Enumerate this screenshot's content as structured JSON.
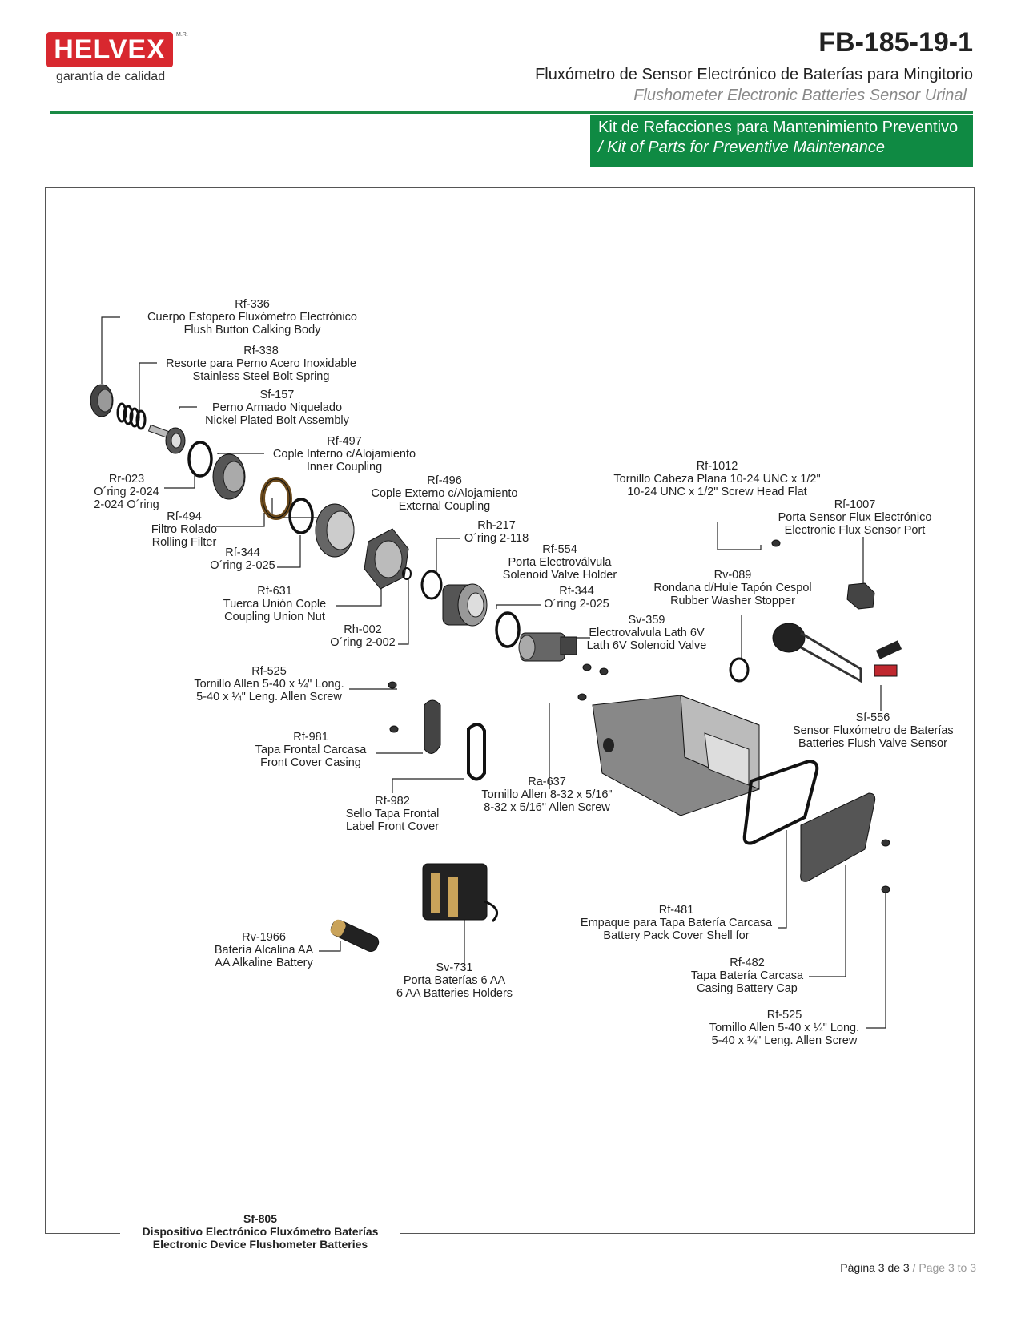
{
  "header": {
    "brand": "HELVEX",
    "brand_mark": "M.R.",
    "tagline": "garantía de calidad",
    "doc_code": "FB-185-19-1",
    "title_es": "Fluxómetro de Sensor Electrónico de Baterías para Mingitorio",
    "title_en": "Flushometer Electronic Batteries Sensor Urinal",
    "kit_es": "Kit de Refacciones para Mantenimiento Preventivo",
    "kit_en": "/ Kit of Parts for Preventive Maintenance",
    "brand_color": "#d8282f",
    "accent_color": "#0f8a43"
  },
  "parts": [
    {
      "code": "Rf-336",
      "es": "Cuerpo Estopero Fluxómetro Electrónico",
      "en": "Flush Button Calking Body"
    },
    {
      "code": "Rf-338",
      "es": "Resorte para Perno Acero Inoxidable",
      "en": "Stainless Steel Bolt Spring"
    },
    {
      "code": "Sf-157",
      "es": "Perno Armado Niquelado",
      "en": "Nickel Plated Bolt Assembly"
    },
    {
      "code": "Rf-497",
      "es": "Cople Interno c/Alojamiento",
      "en": "Inner Coupling"
    },
    {
      "code": "Rr-023",
      "es": "O´ring 2-024",
      "en": "2-024 O´ring"
    },
    {
      "code": "Rf-496",
      "es": "Cople Externo c/Alojamiento",
      "en": "External Coupling"
    },
    {
      "code": "Rf-494",
      "es": "Filtro Rolado",
      "en": "Rolling Filter"
    },
    {
      "code": "Rh-217",
      "es": "O´ring 2-118",
      "en": ""
    },
    {
      "code": "Rf-344",
      "es": "O´ring 2-025",
      "en": ""
    },
    {
      "code": "Rf-554",
      "es": "Porta Electroválvula",
      "en": "Solenoid Valve Holder"
    },
    {
      "code": "Rf-631",
      "es": "Tuerca Unión Cople",
      "en": "Coupling Union Nut"
    },
    {
      "code": "Rf-344",
      "es": "O´ring 2-025",
      "en": ""
    },
    {
      "code": "Rh-002",
      "es": "O´ring 2-002",
      "en": ""
    },
    {
      "code": "Sv-359",
      "es": "Electrovalvula Lath 6V",
      "en": "Lath 6V Solenoid Valve"
    },
    {
      "code": "Rf-1012",
      "es": "Tornillo Cabeza Plana 10-24 UNC x 1/2\"",
      "en": "10-24 UNC x 1/2\" Screw Head Flat"
    },
    {
      "code": "Rf-1007",
      "es": "Porta Sensor Flux Electrónico",
      "en": "Electronic Flux Sensor Port"
    },
    {
      "code": "Rv-089",
      "es": "Rondana d/Hule Tapón Cespol",
      "en": "Rubber Washer Stopper"
    },
    {
      "code": "Rf-525",
      "es": "Tornillo Allen 5-40 x ¼\" Long.",
      "en": "5-40 x ¼\" Leng. Allen Screw"
    },
    {
      "code": "Rf-981",
      "es": "Tapa Frontal Carcasa",
      "en": "Front Cover Casing"
    },
    {
      "code": "Sf-556",
      "es": "Sensor Fluxómetro de Baterías",
      "en": "Batteries Flush Valve Sensor"
    },
    {
      "code": "Ra-637",
      "es": "Tornillo Allen 8-32 x 5/16\"",
      "en": "8-32 x 5/16\" Allen Screw"
    },
    {
      "code": "Rf-982",
      "es": "Sello Tapa Frontal",
      "en": "Label Front Cover"
    },
    {
      "code": "Rf-481",
      "es": "Empaque para Tapa Batería Carcasa",
      "en": "Battery Pack Cover Shell for"
    },
    {
      "code": "Rv-1966",
      "es": "Batería Alcalina AA",
      "en": "AA Alkaline Battery"
    },
    {
      "code": "Sv-731",
      "es": "Porta Baterías 6 AA",
      "en": "6 AA Batteries Holders"
    },
    {
      "code": "Rf-482",
      "es": "Tapa Batería Carcasa",
      "en": "Casing Battery Cap"
    },
    {
      "code": "Rf-525",
      "es": "Tornillo Allen 5-40 x ¼\" Long.",
      "en": "5-40 x ¼\" Leng. Allen Screw"
    }
  ],
  "assembly": {
    "code": "Sf-805",
    "es": "Dispositivo Electrónico Fluxómetro Baterías",
    "en": "Electronic Device Flushometer Batteries"
  },
  "footer": {
    "page_es": "Página 3 de 3",
    "page_en": "/ Page 3 to 3"
  }
}
